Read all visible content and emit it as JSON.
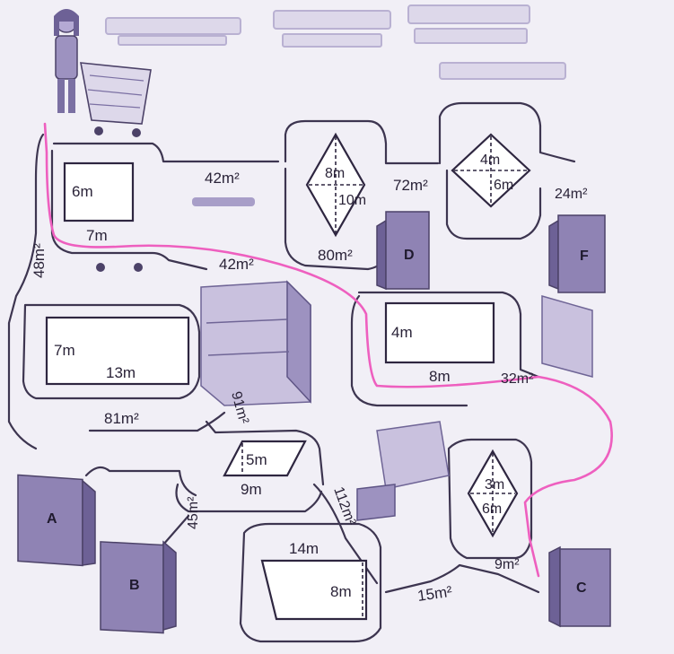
{
  "shapes": {
    "rect_6x7": {
      "side": "6m",
      "base": "7m"
    },
    "rhombus_8x10": {
      "d1": "8m",
      "d2": "10m"
    },
    "rhombus_4x6": {
      "d1": "4m",
      "d2": "6m"
    },
    "rect_7x13": {
      "side": "7m",
      "base": "13m"
    },
    "rect_4x8": {
      "side": "4m",
      "base": "8m"
    },
    "parallelogram_5x9": {
      "height": "5m",
      "base": "9m"
    },
    "rhombus_3x6": {
      "d1": "3m",
      "d2": "6m"
    },
    "parallelogram_14x8": {
      "base": "14m",
      "height": "8m"
    }
  },
  "areas": {
    "a48": "48m²",
    "a42_top": "42m²",
    "a72": "72m²",
    "a24": "24m²",
    "a42_mid": "42m²",
    "a80": "80m²",
    "a32": "32m²",
    "a81": "81m²",
    "a91": "91m²",
    "a45": "45m²",
    "a112": "112m²",
    "a9": "9m²",
    "a15": "15m²"
  },
  "doors": {
    "A": "A",
    "B": "B",
    "C": "C",
    "D": "D",
    "F": "F"
  },
  "colors": {
    "path": "#ee5fbf",
    "door": "#8f83b4",
    "background": "#f1eff6"
  }
}
